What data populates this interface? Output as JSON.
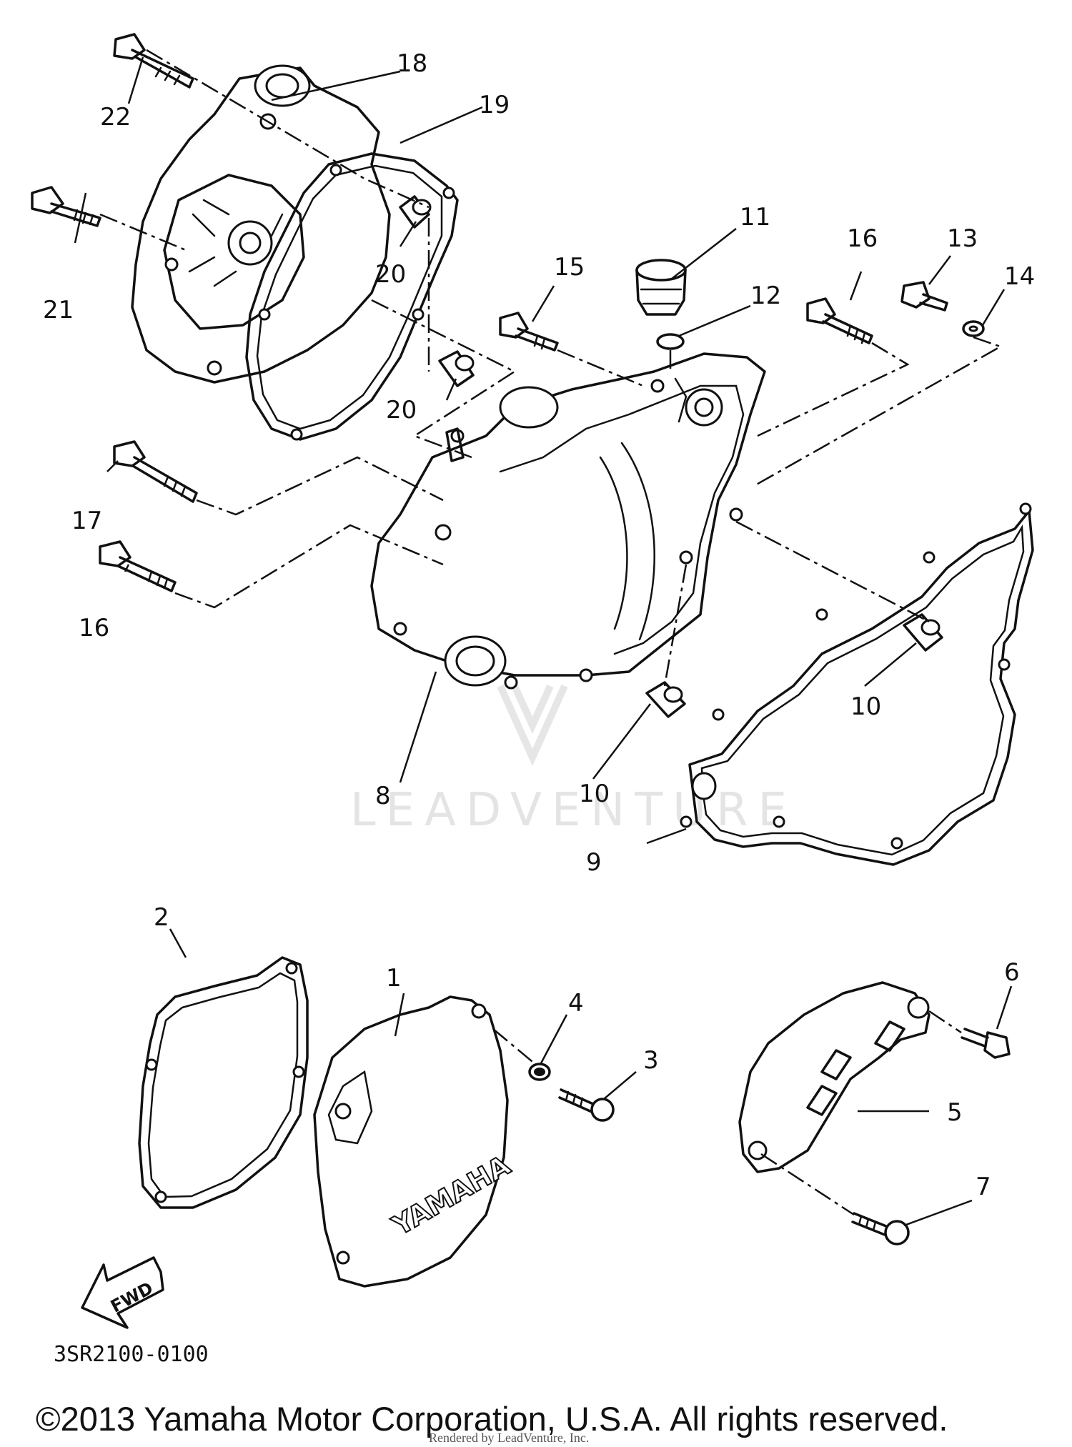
{
  "diagram": {
    "callouts": {
      "c1": "1",
      "c2": "2",
      "c3": "3",
      "c4": "4",
      "c5": "5",
      "c6": "6",
      "c7": "7",
      "c8": "8",
      "c9": "9",
      "c10a": "10",
      "c10b": "10",
      "c11": "11",
      "c12": "12",
      "c13": "13",
      "c14": "14",
      "c15": "15",
      "c16a": "16",
      "c16b": "16",
      "c17": "17",
      "c18": "18",
      "c19": "19",
      "c20a": "20",
      "c20b": "20",
      "c21": "21",
      "c22": "22"
    },
    "cover_logo": "YAMAHA",
    "fwd_label": "FWD",
    "code": "3SR2100-0100"
  },
  "watermark": "LEADVENTURE",
  "copyright": "©2013 Yamaha Motor Corporation, U.S.A. All rights reserved.",
  "rendered_by": "Rendered by LeadVenture, Inc."
}
